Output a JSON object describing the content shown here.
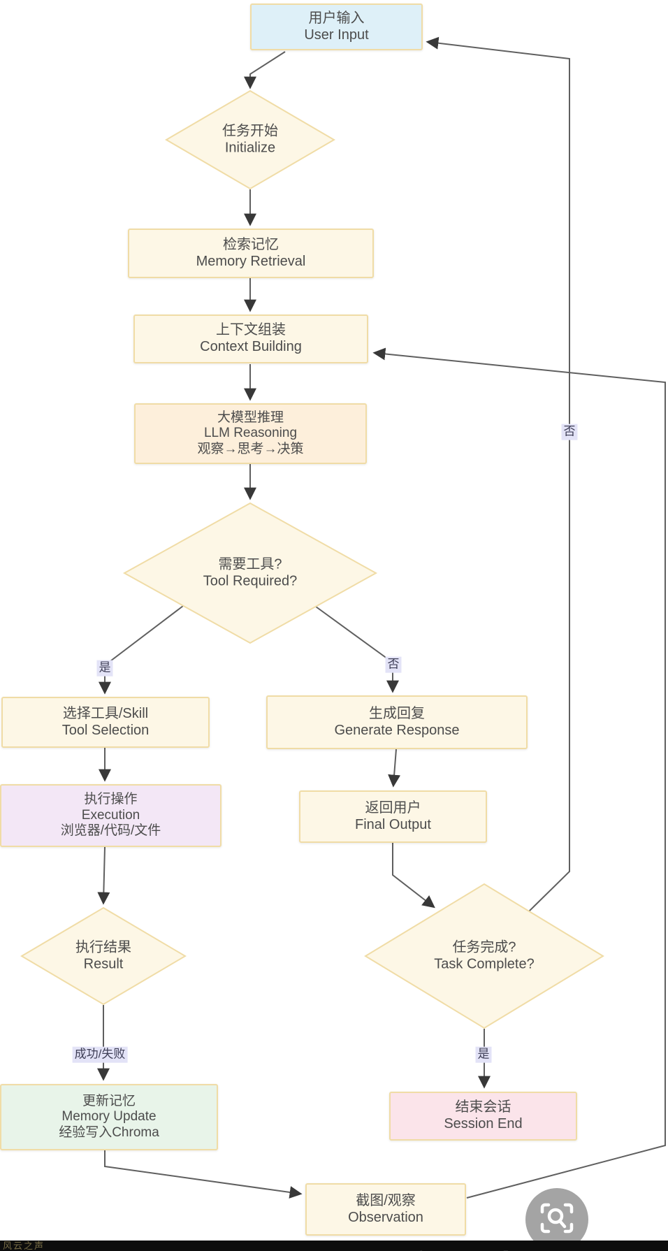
{
  "flowchart": {
    "nodes": {
      "user_input": {
        "line1": "用户输入",
        "line2": "User Input"
      },
      "initialize": {
        "line1": "任务开始",
        "line2": "Initialize"
      },
      "memory_retrieval": {
        "line1": "检索记忆",
        "line2": "Memory Retrieval"
      },
      "context_building": {
        "line1": "上下文组装",
        "line2": "Context Building"
      },
      "llm_reasoning": {
        "line1": "大模型推理",
        "line2": "LLM Reasoning",
        "line3": "观察→思考→决策"
      },
      "tool_required": {
        "line1": "需要工具?",
        "line2": "Tool Required?"
      },
      "tool_selection": {
        "line1": "选择工具/Skill",
        "line2": "Tool Selection"
      },
      "generate_response": {
        "line1": "生成回复",
        "line2": "Generate Response"
      },
      "execution": {
        "line1": "执行操作",
        "line2": "Execution",
        "line3": "浏览器/代码/文件"
      },
      "final_output": {
        "line1": "返回用户",
        "line2": "Final Output"
      },
      "result": {
        "line1": "执行结果",
        "line2": "Result"
      },
      "task_complete": {
        "line1": "任务完成?",
        "line2": "Task Complete?"
      },
      "memory_update": {
        "line1": "更新记忆",
        "line2": "Memory Update",
        "line3": "经验写入Chroma"
      },
      "session_end": {
        "line1": "结束会话",
        "line2": "Session End"
      },
      "observation": {
        "line1": "截图/观察",
        "line2": "Observation"
      }
    },
    "edge_labels": {
      "tool_yes": "是",
      "tool_no": "否",
      "loop_no": "否",
      "result_outcome": "成功/失败",
      "complete_yes": "是"
    },
    "colors": {
      "node-border": "#f0dca6",
      "fill-cream": "#fdf7e6",
      "fill-blue": "#def0f8",
      "fill-peach": "#fdefdb",
      "fill-lavender": "#f3e7f6",
      "fill-green": "#e8f4e9",
      "fill-pink": "#fbe4ea",
      "label-bg": "#e3e3f7",
      "line": "#5f5f5f",
      "text": "#4c4c4c"
    }
  },
  "overlay": {
    "lens_icon": "screenshot-search-lens-icon"
  },
  "bottom_bar": {
    "watermark": "风云之声",
    "clipped_text": "风云之声"
  }
}
